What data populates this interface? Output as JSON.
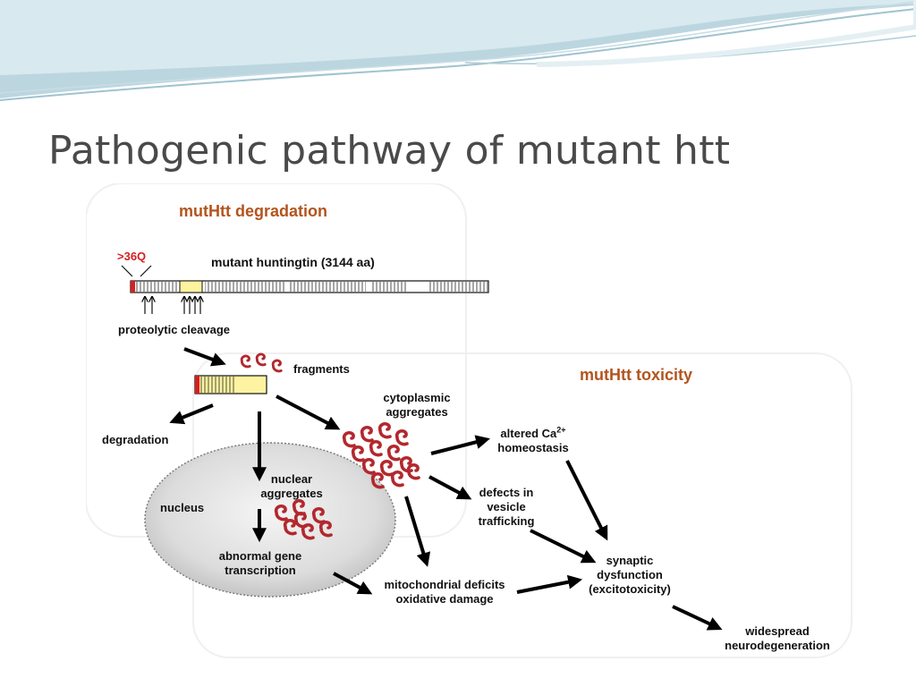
{
  "slide": {
    "title": "Pathogenic pathway of mutant htt"
  },
  "diagram": {
    "headers": {
      "degradation": "mutHtt degradation",
      "toxicity": "mutHtt toxicity"
    },
    "protein": {
      "repeat_label": ">36Q",
      "name": "mutant huntingtin (3144 aa)",
      "cleavage": "proteolytic cleavage"
    },
    "nodes": {
      "fragments": "fragments",
      "degradation": "degradation",
      "nucleus": "nucleus",
      "nuclear_aggregates": [
        "nuclear",
        "aggregates"
      ],
      "abnormal_transcription": [
        "abnormal gene",
        "transcription"
      ],
      "cytoplasmic_aggregates": [
        "cytoplasmic",
        "aggregates"
      ],
      "calcium": {
        "line1": "altered Ca",
        "sup": "2+",
        "line2": "homeostasis"
      },
      "vesicle": [
        "defects in",
        "vesicle",
        "trafficking"
      ],
      "mitochondrial": [
        "mitochondrial deficits",
        "oxidative damage"
      ],
      "synaptic": [
        "synaptic",
        "dysfunction",
        "(excitotoxicity)"
      ],
      "neurodegeneration": [
        "widespread",
        "neurodegeneration"
      ]
    },
    "colors": {
      "header": "#b3541e",
      "polyq": "#d42020",
      "aggregate": "#b3282d",
      "highlight_box": "#fdf3a0",
      "title": "#4a4a4a"
    }
  }
}
